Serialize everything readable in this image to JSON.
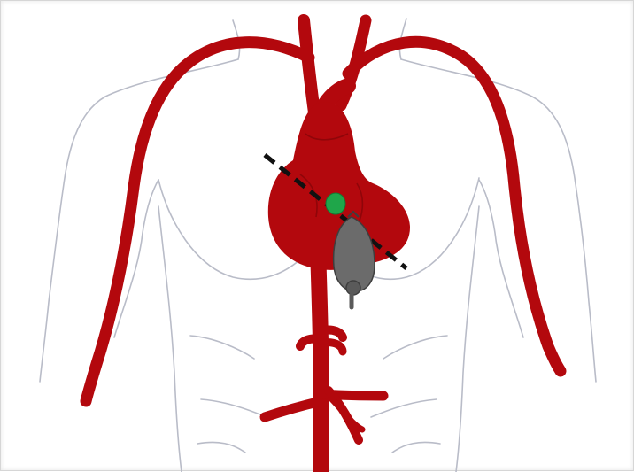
{
  "colors": {
    "background": "#ffffff",
    "body_outline": "#b9bcc8",
    "vessel": "#b3080d",
    "heart": "#b3080d",
    "heart_shadow": "#8f0509",
    "device": "#6b6b6b",
    "device_outline": "#3e3e3e",
    "marker_dot": "#1fa64a",
    "plane_line": "#111111"
  },
  "icons": {
    "body_outline": "human-torso-outline",
    "heart": "heart-anatomical",
    "device": "implantable-device-gray",
    "marker": "green-dot-marker",
    "plane": "dashed-cutting-plane"
  }
}
